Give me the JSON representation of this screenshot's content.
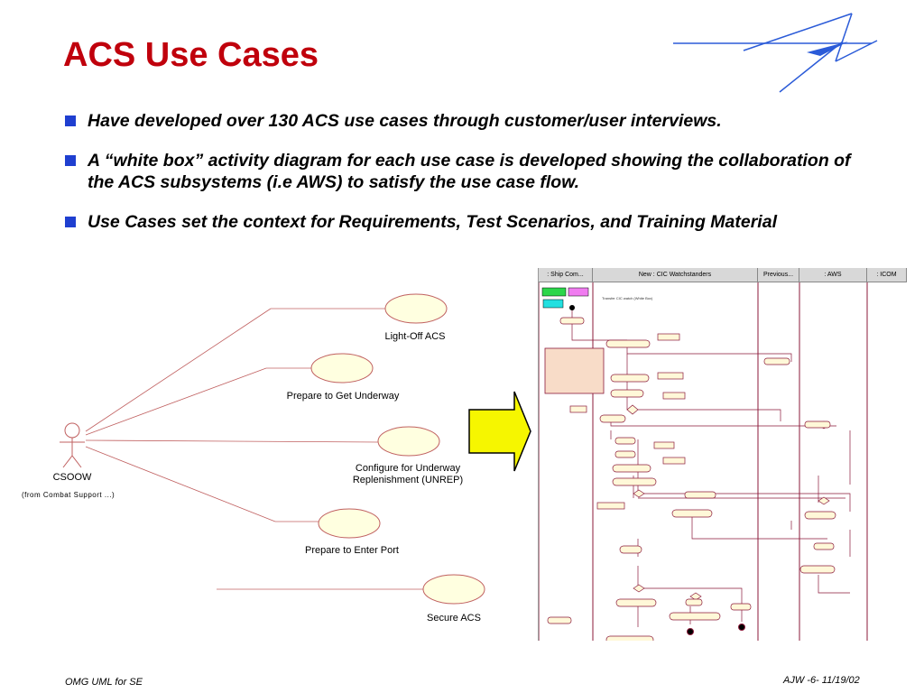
{
  "slide": {
    "title": "ACS Use Cases",
    "bullets": [
      "Have developed over 130 ACS use cases through customer/user interviews.",
      "A “white box” activity diagram for each use case is developed showing the collaboration of the ACS subsystems (i.e AWS) to satisfy the use case flow.",
      "Use Cases set the context for Requirements, Test Scenarios, and Training Material"
    ],
    "footer_left": "OMG UML for SE",
    "footer_right": "AJW -6- 11/19/02"
  },
  "use_case_diagram": {
    "actor": {
      "name": "CSOOW",
      "note": "(from Combat Support ...)"
    },
    "use_cases": [
      "Light-Off ACS",
      "Prepare to Get Underway",
      "Configure for Underway\nReplenishment (UNREP)",
      "Prepare to Enter Port",
      "Secure ACS"
    ]
  },
  "activity_diagram": {
    "lanes": [
      ": Ship Com...",
      "New : CIC Watchstanders",
      "Previous...",
      ": AWS",
      ": ICOM"
    ],
    "mini_title": "Transfer CIC watch (White Box)"
  },
  "colors": {
    "title": "#c0000c",
    "bullet": "#1f3fd0",
    "use_case_fill": "#ffffe0",
    "line": "#c06060",
    "arrow_fill": "#f6f600",
    "lane_line": "#8b1a3a",
    "activity_fill": "#fff8d8",
    "note_fill": "#f8dcc8"
  },
  "icons": [
    "lockheed-star-logo",
    "actor-stick-figure-icon",
    "right-arrow-icon"
  ]
}
